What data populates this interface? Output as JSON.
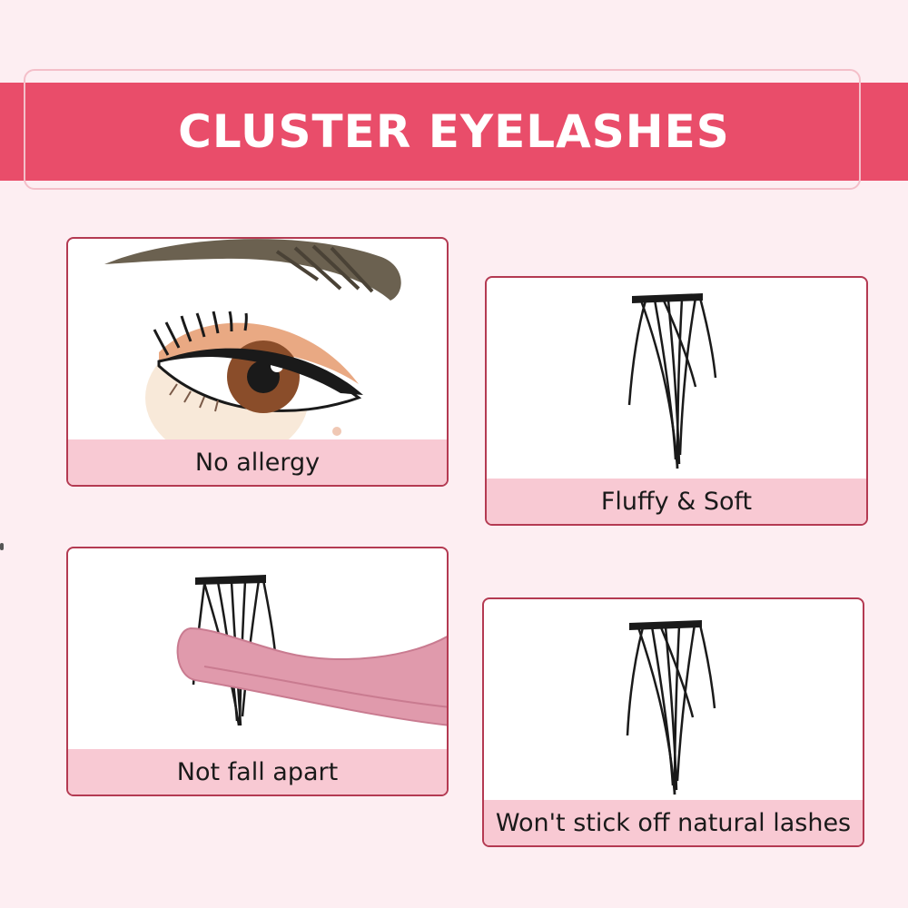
{
  "header": {
    "title": "CLUSTER EYELASHES"
  },
  "colors": {
    "background": "#fdeef2",
    "banner": "#e94d6a",
    "card_border": "#b43a52",
    "caption_bar": "#f8c9d3"
  },
  "features": [
    {
      "label": "No allergy",
      "icon": "eye-with-lashes-illustration"
    },
    {
      "label": "Fluffy & Soft",
      "icon": "lash-cluster-illustration"
    },
    {
      "label": "Not fall apart",
      "icon": "lash-cluster-with-tweezer-illustration"
    },
    {
      "label": "Won't stick off natural lashes",
      "icon": "lash-cluster-illustration"
    }
  ]
}
